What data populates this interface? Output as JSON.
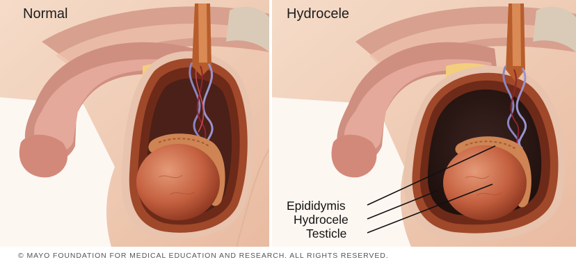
{
  "panels": {
    "normal": {
      "title": "Normal"
    },
    "hydrocele": {
      "title": "Hydrocele"
    }
  },
  "labels": {
    "epididymis": "Epididymis",
    "hydrocele": "Hydrocele",
    "testicle": "Testicle"
  },
  "copyright": "© MAYO FOUNDATION FOR MEDICAL EDUCATION AND RESEARCH. ALL RIGHTS RESERVED.",
  "colors": {
    "skin": "#f0cdb6",
    "penis": "#d99a8a",
    "sac_outer": "#a0482a",
    "sac_cavity": "#3a1f19",
    "testis": "#c8674a",
    "epididymis": "#cf8454",
    "fat": "#f3cf7d",
    "spermatic_cord": "#b75d2c"
  }
}
